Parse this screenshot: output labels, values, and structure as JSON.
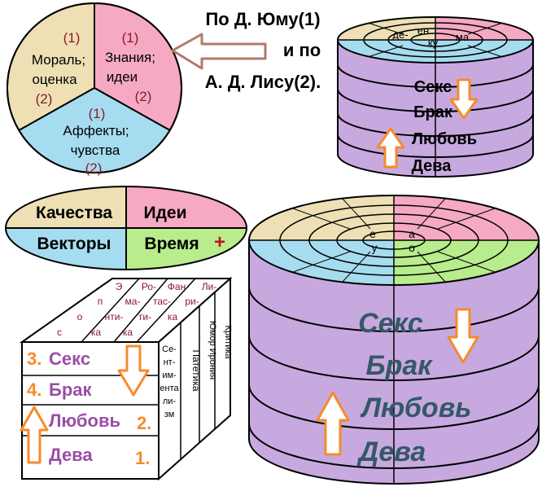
{
  "title": {
    "line1": "По Д. Юму(1)",
    "line2": "и по",
    "line3": "А. Д. Лису(2)."
  },
  "pie": {
    "moral": {
      "num1": "(1)",
      "line1": "Мораль;",
      "line2": "оценка",
      "num2": "(2)"
    },
    "knowledge": {
      "num1": "(1)",
      "line1": "Знания;",
      "line2": "идеи",
      "num2": "(2)"
    },
    "affects": {
      "num1": "(1)",
      "line1": "Аффекты;",
      "line2": "чувства",
      "num2": "(2)"
    }
  },
  "small_cylinder": {
    "top_labels": {
      "de": "де-",
      "en": "ен",
      "ku": "ку",
      "ma": "ма"
    },
    "layers": [
      "Секс",
      "Брак",
      "Любовь",
      "Дева"
    ]
  },
  "quadrant": {
    "qualities": "Качества",
    "ideas": "Идеи",
    "vectors": "Векторы",
    "time": "Время",
    "plus": "+"
  },
  "big_cylinder": {
    "top_letters": {
      "e": "е",
      "u": "у",
      "a": "а",
      "o": "о"
    },
    "layers": [
      "Секс",
      "Брак",
      "Любовь",
      "Дева"
    ]
  },
  "cube": {
    "top_columns": [
      {
        "name": "Э",
        "parts": [
          "Э",
          "п",
          "о",
          "с"
        ]
      },
      {
        "name": "Романтика",
        "parts": [
          "Ро-",
          "ма-",
          "нти-",
          "ка"
        ]
      },
      {
        "name": "Фантастика",
        "parts": [
          "Фан-",
          "тас-",
          "ти-",
          "ка"
        ]
      },
      {
        "name": "Лирика",
        "parts": [
          "Ли-",
          "ри-",
          "ка"
        ]
      }
    ],
    "front_layers": [
      {
        "num": "3.",
        "label": "Секс"
      },
      {
        "num": "4.",
        "label": "Брак"
      },
      {
        "num": "2.",
        "label": "Любовь"
      },
      {
        "num": "1.",
        "label": "Дева"
      }
    ],
    "side_columns": [
      "Сент-им-ента-лиз-м",
      "Патетика",
      "Юмор Ирония",
      "Критика"
    ],
    "side_col1_lines": [
      "Се-",
      "нт-",
      "им-",
      "ента",
      "ли-",
      "зм"
    ],
    "side_col2": "Патетика",
    "side_col3": "Юмор Ирония",
    "side_col4": "Критика"
  },
  "colors": {
    "tan": "#eee0b4",
    "pink": "#f6a9c2",
    "blue": "#a6dcef",
    "green": "#b8ec8c",
    "lavender": "#c7a9df",
    "orange": "#f58b2b",
    "purple": "#9b4ea6",
    "dark_red": "#8b1a2b",
    "slate": "#355868"
  }
}
